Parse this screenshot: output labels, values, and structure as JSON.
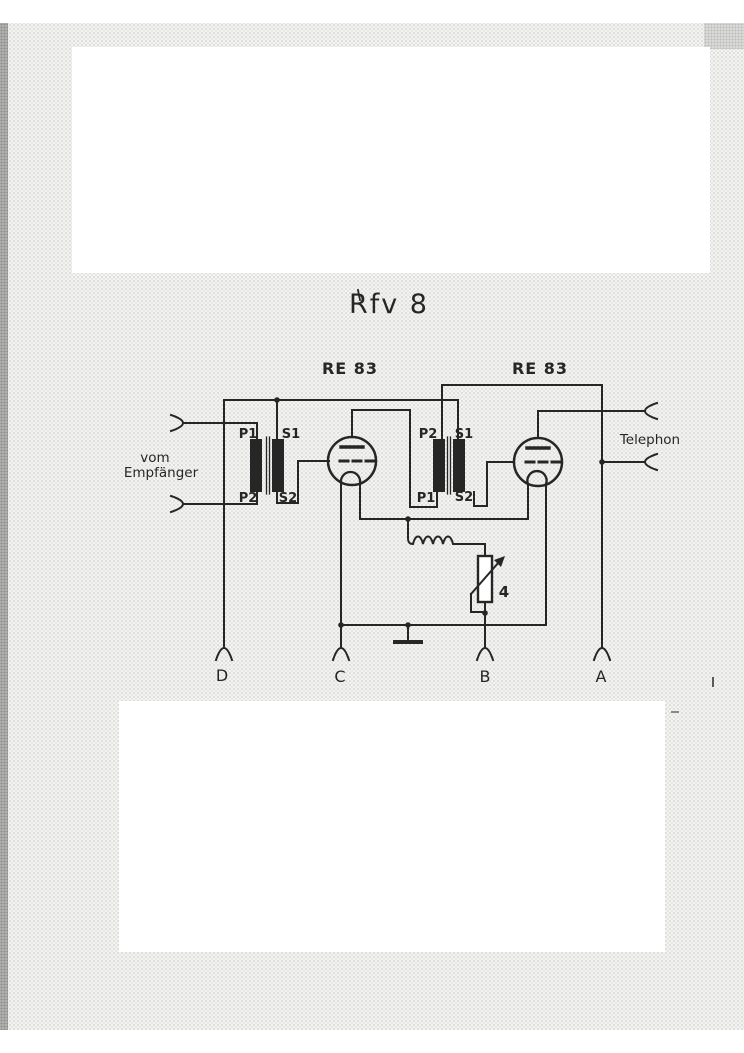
{
  "schematic": {
    "title": "Rfv 8",
    "tubes": [
      {
        "type_label": "RE 83"
      },
      {
        "type_label": "RE 83"
      }
    ],
    "transformers": [
      {
        "primary_top": "P1",
        "secondary_top": "S1",
        "primary_bottom": "P2",
        "secondary_bottom": "S2"
      },
      {
        "primary_top": "P2",
        "secondary_top": "S1",
        "primary_bottom": "P1",
        "secondary_bottom": "S2"
      }
    ],
    "input_label": {
      "line1": "vom",
      "line2": "Empfänger"
    },
    "output_label": "Telephon",
    "rheostat": {
      "label": "4"
    },
    "terminals": [
      {
        "label": "D"
      },
      {
        "label": "C"
      },
      {
        "label": "B"
      },
      {
        "label": "A"
      }
    ],
    "colors": {
      "ink": "#262626",
      "paper": "#ffffff",
      "scan_background": "#f4f4f2"
    }
  }
}
